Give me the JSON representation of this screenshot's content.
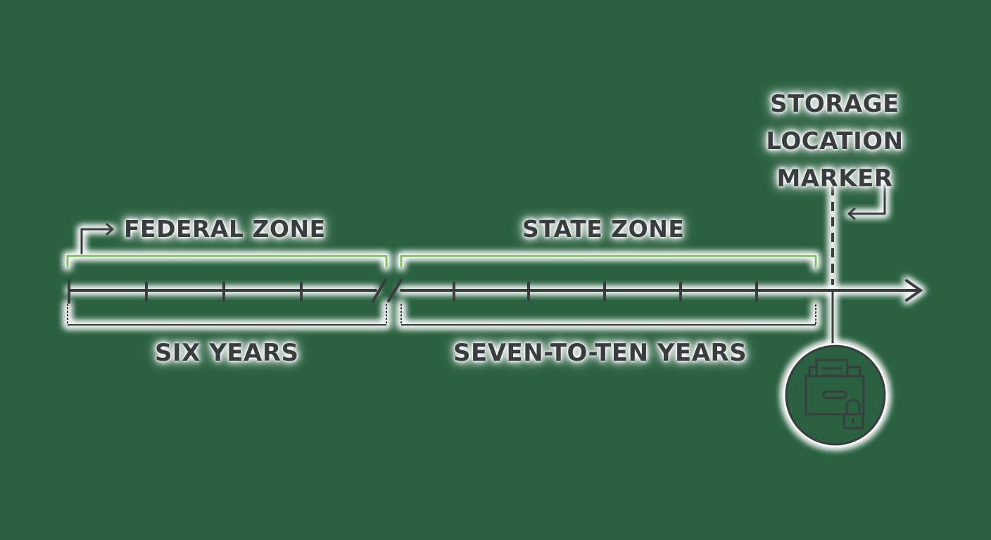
{
  "labels": {
    "federal_zone": "FEDERAL ZONE",
    "state_zone": "STATE ZONE",
    "federal_duration": "SIX YEARS",
    "state_duration": "SEVEN-TO-TEN YEARS",
    "storage_marker": [
      "STORAGE",
      "LOCATION",
      "MARKER"
    ]
  },
  "icons": {
    "storage": "archive-box-with-lock-icon",
    "pointer_federal": "bent-arrow-right-icon",
    "pointer_storage": "bent-arrow-left-icon"
  },
  "colors": {
    "background": "#2a6140",
    "line": "#3a3d40",
    "zone_bracket": "#7cc062",
    "glow": "#ffffff"
  }
}
